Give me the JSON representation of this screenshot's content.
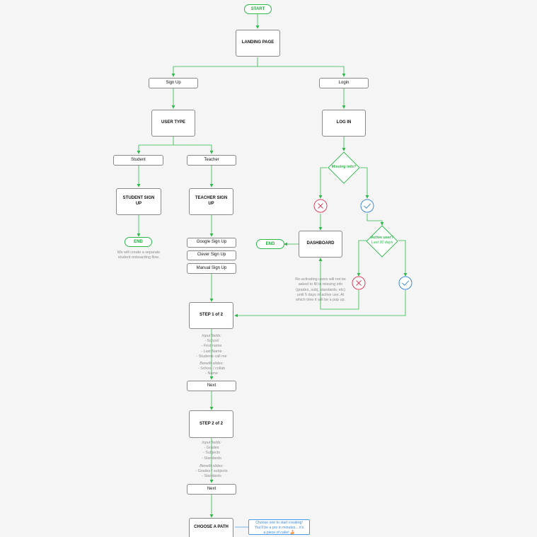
{
  "nodes": {
    "start": "START",
    "landing": "LANDING PAGE",
    "signup": "Sign Up",
    "login": "Login",
    "user_type": "USER TYPE",
    "log_in": "LOG IN",
    "student": "Student",
    "teacher": "Teacher",
    "student_signup": "STUDENT SIGN UP",
    "teacher_signup": "TEACHER SIGN UP",
    "end_student": "END",
    "google": "Google Sign Up",
    "clever": "Clever Sign Up",
    "manual": "Manual Sign Up",
    "missing_info": "Missing info?",
    "dashboard": "DASHBOARD",
    "end_dashboard": "END",
    "active_user": "Active user?",
    "active_user_sub": "Last 30 days",
    "step1": "STEP 1 of 2",
    "next1": "Next",
    "step2": "STEP 2 of 2",
    "next2": "Next",
    "choose_path": "CHOOSE A PATH"
  },
  "notes": {
    "student_note": "We will create a separate\nstudent onboarding flow.",
    "reactivate_note": "Re-activating users will not be\nasked to fill in missing info\n(grades, subj, standards, etc)\nuntil 5 days of active use. At\nwhich time it will be a pop up.",
    "step1_input_title": "Input fields:",
    "step1_input_items": "- School\n- First name\n- Last Name\n- Students call me",
    "step1_benefit_title": "Benefit slides:",
    "step1_benefit_items": "- School / collab\n- Name",
    "step2_input_title": "Input fields:",
    "step2_input_items": "- Grades\n- Subjects\n- Standards",
    "step2_benefit_title": "Benefit slides:",
    "step2_benefit_items": "- Grades / subjects\n- Standards",
    "path_note": "Choose one to start creating!\nYou'll be a pro in minutes... it's\na piece of cake! 🍰"
  },
  "icons": [
    "x-circle-icon",
    "check-circle-icon"
  ],
  "colors": {
    "connector": "#2db84a",
    "no": "#e0405a",
    "yes": "#3d8be0",
    "note": "#8c8c8c"
  }
}
